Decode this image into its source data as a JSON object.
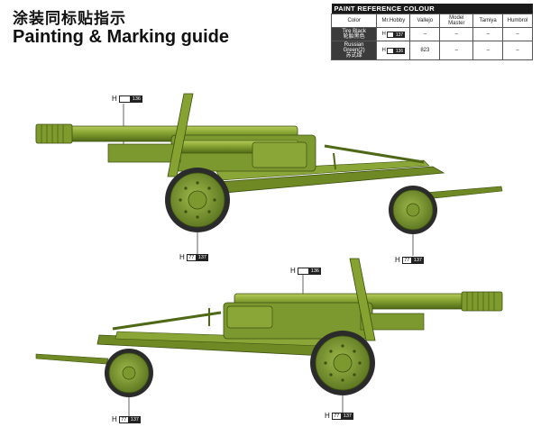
{
  "header": {
    "title_cn": "涂装同标贴指示",
    "title_en": "Painting & Marking guide"
  },
  "paint_table": {
    "title": "PAINT REFERENCE COLOUR",
    "columns": [
      "Color",
      "Mr.Hobby",
      "Vallejo",
      "Model Master",
      "Tamiya",
      "Humbrol"
    ],
    "rows": [
      {
        "color_en": "Tire Black",
        "color_cn": "轮胎黑色",
        "mrhobby_h": "H",
        "mrhobby_box": "137",
        "vallejo": "–",
        "model_master": "–",
        "tamiya": "–",
        "humbrol": "–"
      },
      {
        "color_en": "Russian Green(2)",
        "color_cn": "苏式绿",
        "mrhobby_h": "H",
        "mrhobby_box": "136",
        "vallejo": "823",
        "model_master": "–",
        "tamiya": "–",
        "humbrol": "–"
      }
    ]
  },
  "callouts": {
    "top_gun_body": {
      "h": "H",
      "code": "136"
    },
    "top_gun_wheel_main": {
      "h": "H",
      "a": "77",
      "b": "137"
    },
    "top_gun_wheel_front": {
      "h": "H",
      "a": "77",
      "b": "137"
    },
    "bottom_gun_body": {
      "h": "H",
      "code": "136"
    },
    "bottom_gun_wheel_front": {
      "h": "H",
      "a": "77",
      "b": "137"
    },
    "bottom_gun_wheel_main": {
      "h": "H",
      "a": "77",
      "b": "137"
    }
  },
  "colors": {
    "olive": "#7d9a2c",
    "olive_dark": "#56701a",
    "olive_light": "#a3bd4c",
    "tire": "#2b2b2b"
  }
}
